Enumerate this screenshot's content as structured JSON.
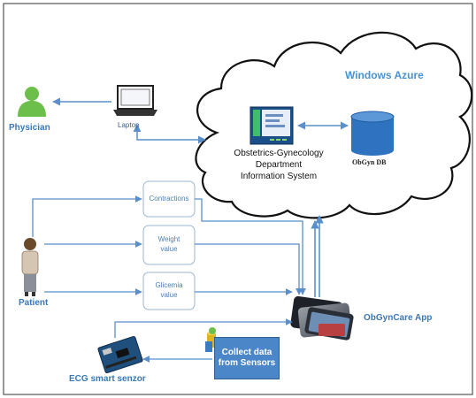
{
  "cloud": {
    "title": "Windows Azure"
  },
  "nodes": {
    "physician": "Physician",
    "laptop": "Laptop",
    "his": [
      "Obstetrics-Gynecology",
      "Department",
      "Information System"
    ],
    "db": "ObGyn DB",
    "patient": "Patient",
    "app": "ObGynCare App",
    "ecg": "ECG smart senzor",
    "collect": [
      "Collect data",
      "from Sensors"
    ]
  },
  "measurements": {
    "contractions": "Contractions",
    "weight": [
      "Weight",
      "value"
    ],
    "glicemia": [
      "Glicemia",
      "value"
    ]
  },
  "colors": {
    "arrow": "#5b8fc9",
    "label": "#3a78b8",
    "azure": "#4b92d0",
    "collect_box": "#4a86c8",
    "physician_icon": "#6cbf4a"
  }
}
